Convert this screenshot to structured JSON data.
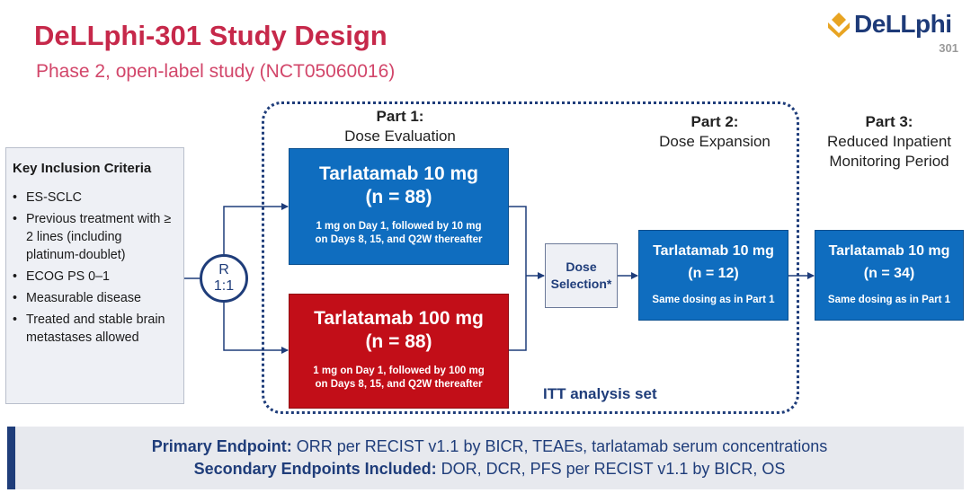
{
  "header": {
    "title": "DeLLphi-301 Study Design",
    "subtitle": "Phase 2, open-label study (NCT05060016)"
  },
  "logo": {
    "word": "DeLLphi",
    "number": "301",
    "colors": {
      "mark": "#e8a422",
      "text": "#1d3a78"
    }
  },
  "parts": {
    "part1": {
      "heading": "Part 1:",
      "label": "Dose Evaluation"
    },
    "part2": {
      "heading": "Part 2:",
      "label": "Dose Expansion"
    },
    "part3": {
      "heading": "Part 3:",
      "label_line1": "Reduced Inpatient",
      "label_line2": "Monitoring Period"
    }
  },
  "inclusion": {
    "title": "Key Inclusion Criteria",
    "items": [
      "ES-SCLC",
      "Previous treatment with ≥ 2 lines (including platinum-doublet)",
      "ECOG PS 0–1",
      "Measurable disease",
      "Treated and stable brain metastases allowed"
    ]
  },
  "randomization": {
    "line1": "R",
    "line2": "1:1"
  },
  "arms": {
    "arm10": {
      "name": "Tarlatamab 10 mg",
      "n": "(n = 88)",
      "dosing_line1": "1 mg on Day 1, followed by 10 mg",
      "dosing_line2": "on Days 8, 15, and Q2W thereafter",
      "color": "#0f6dbf"
    },
    "arm100": {
      "name": "Tarlatamab 100 mg",
      "n": "(n = 88)",
      "dosing_line1": "1 mg on Day 1, followed by 100 mg",
      "dosing_line2": "on Days 8, 15, and Q2W thereafter",
      "color": "#c20e18"
    }
  },
  "dose_selection": {
    "line1": "Dose",
    "line2": "Selection*"
  },
  "expansion": {
    "part2_box": {
      "name": "Tarlatamab 10 mg",
      "n": "(n = 12)",
      "note": "Same dosing as in Part 1"
    },
    "part3_box": {
      "name": "Tarlatamab 10 mg",
      "n": "(n = 34)",
      "note": "Same dosing as in Part 1"
    }
  },
  "itt_label": "ITT analysis set",
  "endpoints": {
    "primary_label": "Primary Endpoint:",
    "primary_text": " ORR per RECIST v1.1 by BICR, TEAEs, tarlatamab serum concentrations",
    "secondary_label": "Secondary Endpoints Included:",
    "secondary_text": " DOR, DCR, PFS per RECIST v1.1 by BICR, OS"
  },
  "colors": {
    "accent_title": "#c6284a",
    "navy": "#1f3d7a",
    "arm_blue": "#0f6dbf",
    "arm_red": "#c20e18"
  }
}
